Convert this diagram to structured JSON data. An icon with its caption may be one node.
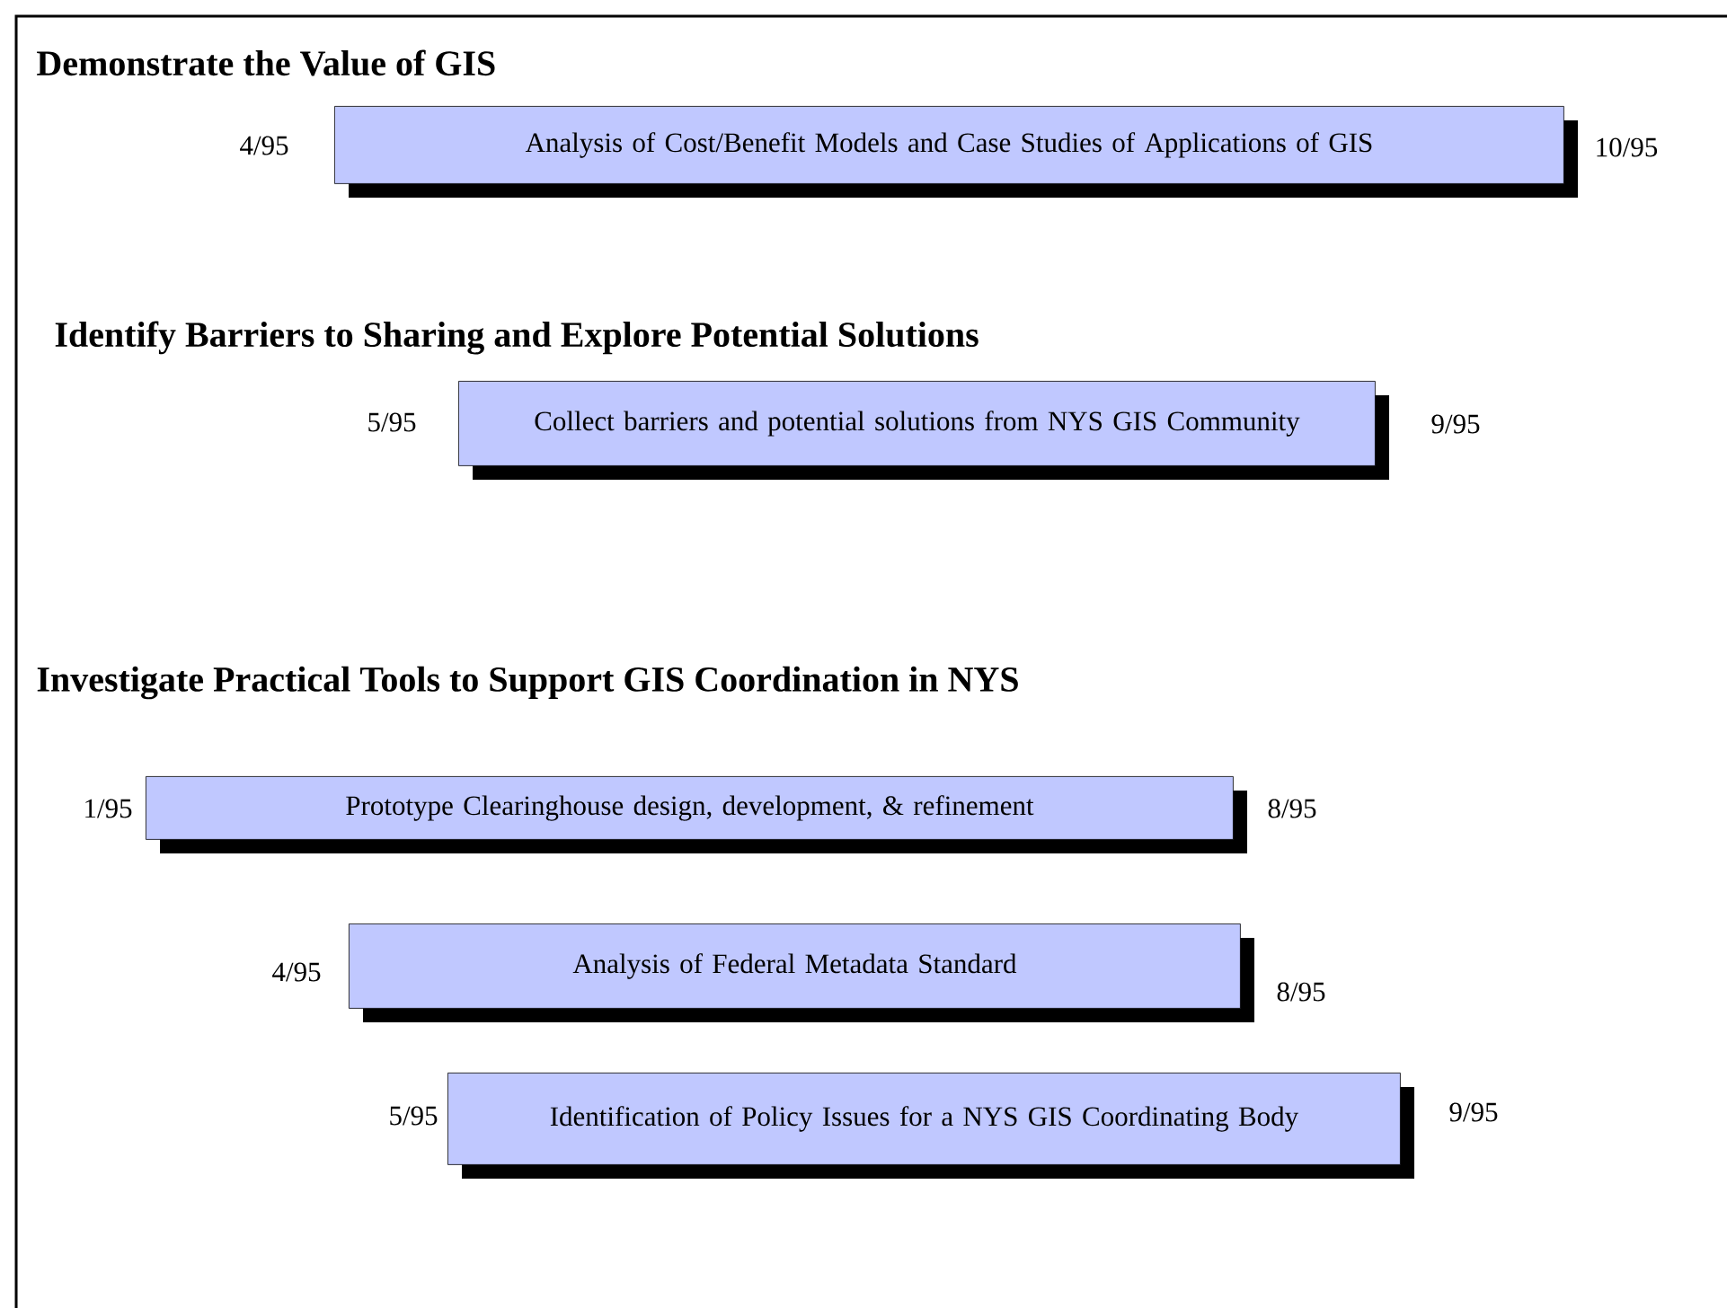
{
  "diagram": {
    "nodes": [
      {
        "text": [
          "Analysis of Cost/Benefit Models and Case Studies of Applications of GIS"
        ],
        "beside": [
          "4/95",
          "10/95"
        ]
      },
      {
        "text": [
          "Collect barriers and potential solutions from NYS GIS Community"
        ],
        "beside": [
          "5/95",
          "9/95"
        ]
      },
      {
        "text": [
          "Prototype Clearinghouse design, development, & refinement"
        ],
        "beside": [
          "1/95",
          "8/95"
        ]
      },
      {
        "text": [
          "Analysis of Federal Metadata Standard"
        ],
        "beside": [
          "4/95",
          "8/95"
        ]
      },
      {
        "text": [
          "Identification of Policy Issues for a NYS GIS Coordinating Body"
        ],
        "beside": [
          "5/95",
          "9/95"
        ]
      }
    ],
    "labels": [
      "Demonstrate the Value of GIS",
      "Identify Barriers to Sharing and Explore Potential Solutions",
      "Investigate Practical Tools to Support GIS Coordination in NYS"
    ]
  }
}
